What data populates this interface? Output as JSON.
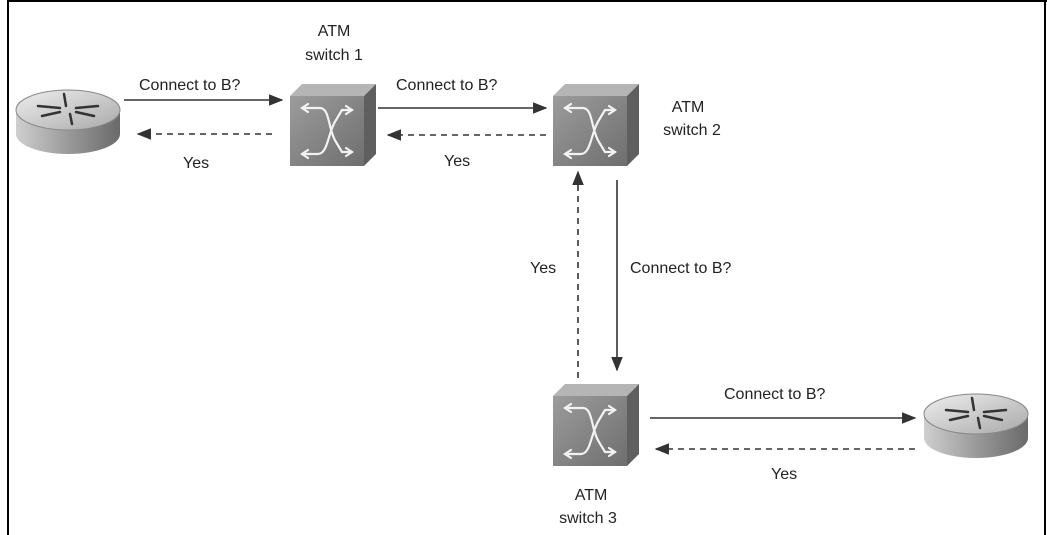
{
  "switches": [
    {
      "line1": "ATM",
      "line2": "switch 1"
    },
    {
      "line1": "ATM",
      "line2": "switch 2"
    },
    {
      "line1": "ATM",
      "line2": "switch 3"
    }
  ],
  "messages": {
    "r1_s1_request": "Connect to B?",
    "r1_s1_reply": "Yes",
    "s1_s2_request": "Connect to B?",
    "s1_s2_reply": "Yes",
    "s2_s3_request": "Connect to B?",
    "s3_s2_reply": "Yes",
    "s3_r2_request": "Connect to B?",
    "r2_s3_reply": "Yes"
  },
  "colors": {
    "switch_front": "#8a8a8a",
    "switch_top": "#b5b5b5",
    "switch_side": "#5f5f5f",
    "router_top": "#cfcfcf",
    "router_side": "#9a9a9a",
    "line": "#333333"
  },
  "icons": {
    "switch": "atm-switch-icon",
    "router": "router-icon"
  }
}
